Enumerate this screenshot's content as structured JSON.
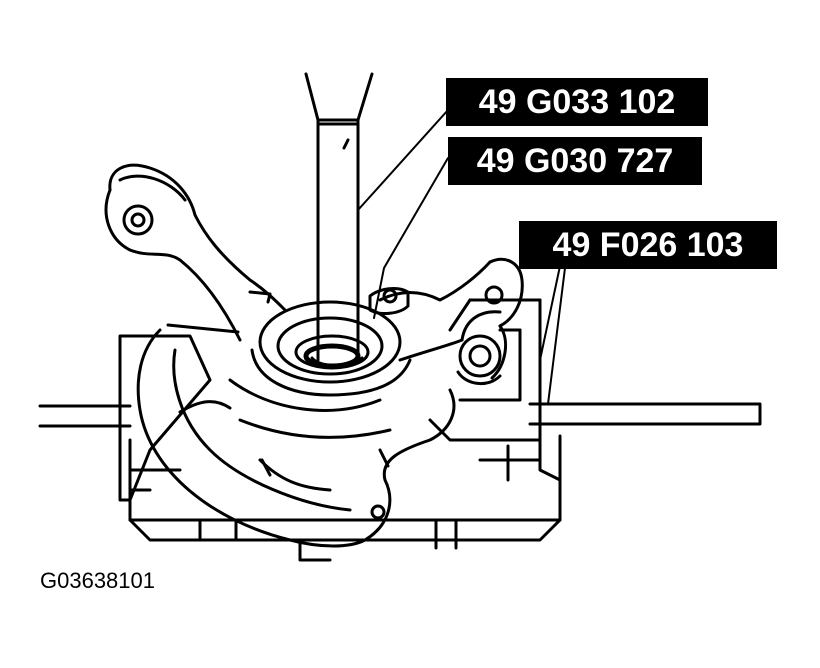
{
  "labels": {
    "tool_1": "49 G033 102",
    "tool_2": "49 G030 727",
    "tool_3": "49 F026 103"
  },
  "figure_id": "G03638101",
  "colors": {
    "ink": "#000000",
    "paper": "#ffffff"
  }
}
